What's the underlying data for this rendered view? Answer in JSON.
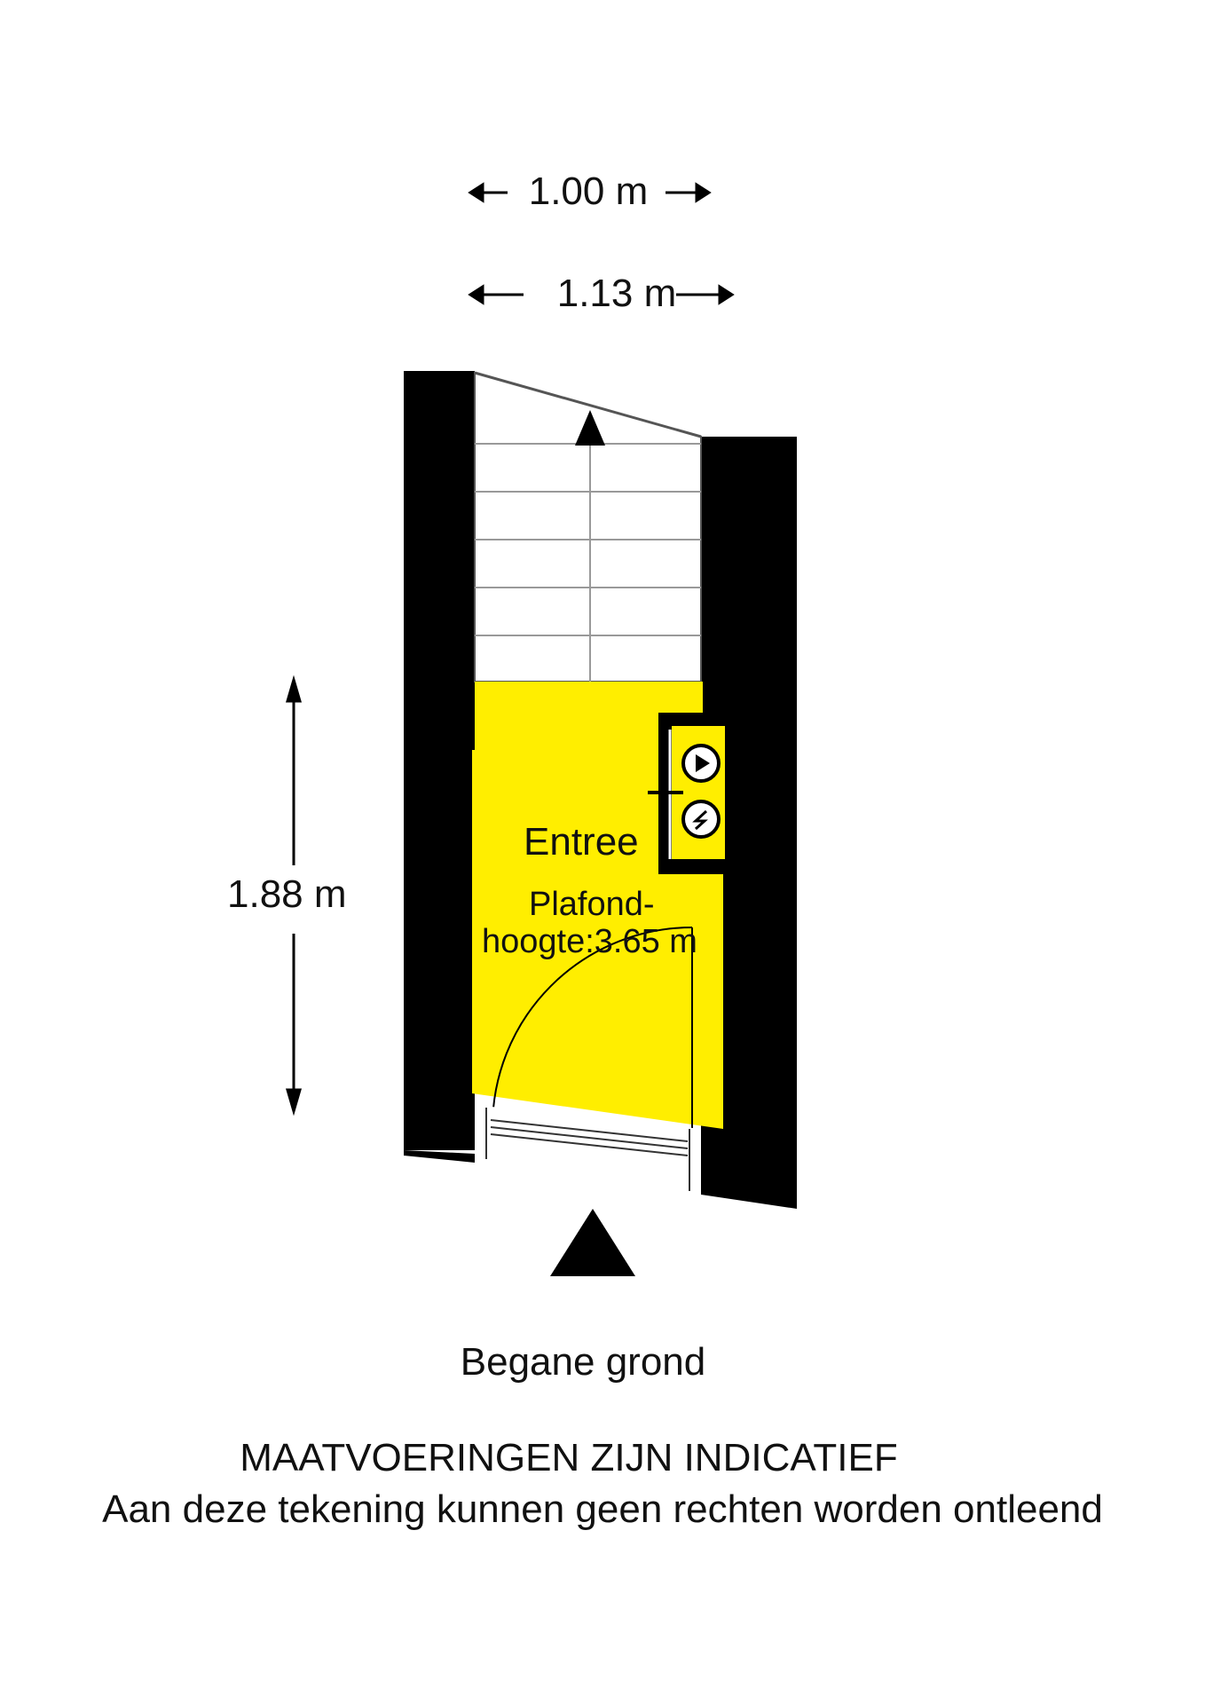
{
  "dimensions": {
    "width_inner": "1.00 m",
    "width_outer": "1.13 m",
    "length": "1.88 m"
  },
  "room": {
    "name": "Entree",
    "ceiling_height_line1": "Plafond-",
    "ceiling_height_line2": "hoogte:3.65 m"
  },
  "floor": {
    "name": "Begane grond"
  },
  "disclaimer": {
    "line1": "MAATVOERINGEN ZIJN INDICATIEF",
    "line2": "Aan deze tekening kunnen geen rechten worden ontleend"
  },
  "colors": {
    "room_fill": "#ffee00",
    "wall": "#000000",
    "background": "#ffffff"
  },
  "icons": {
    "entrance_marker": "triangle-up-icon",
    "meter_1": "gas-meter-icon",
    "meter_2": "electric-meter-icon",
    "stairs_direction": "arrow-up-icon"
  }
}
